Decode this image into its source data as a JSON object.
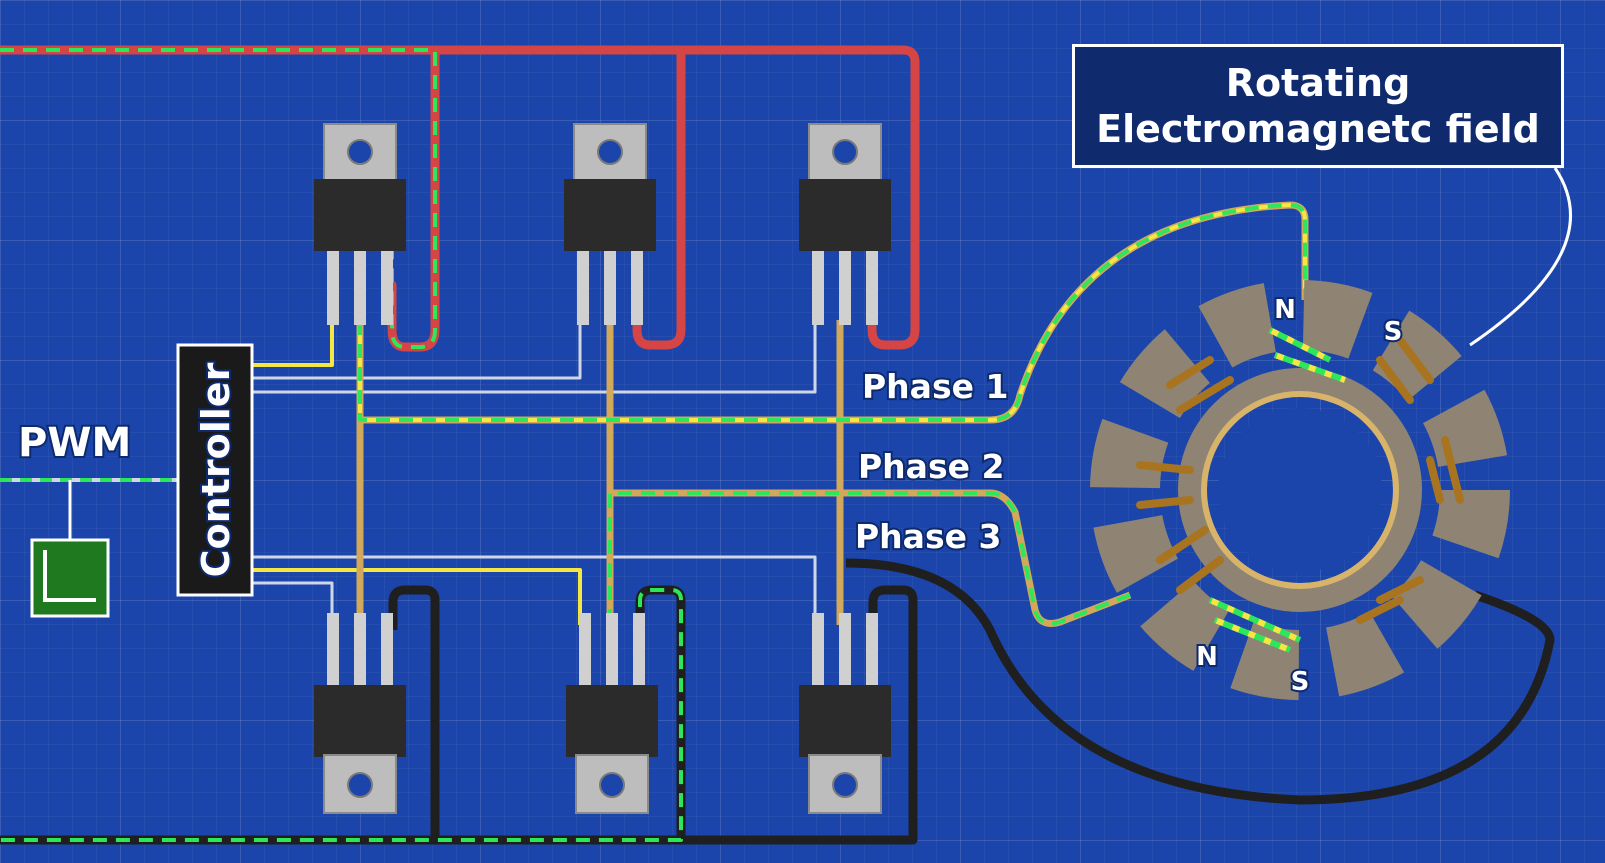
{
  "title": {
    "line1": "Rotating",
    "line2": "Electromagnetc field"
  },
  "controller_label": "Controller",
  "pwm_label": "PWM",
  "phase_labels": {
    "phase1": "Phase 1",
    "phase2": "Phase 2",
    "phase3": "Phase 3"
  },
  "magnet_labels": {
    "north_top": "N",
    "south_top": "S",
    "north_bottom": "N",
    "south_bottom": "S"
  },
  "colors": {
    "background": "#1b45aa",
    "positive_rail": "#d64545",
    "negative_rail": "#1f1f1f",
    "current_flow_dash": "#2ee65a",
    "control_signal": "#f5e642",
    "control_wire": "#cfd6e6",
    "phase_wire": "#d2a85a",
    "stator": "#8f8374",
    "coil": "#a8741f",
    "mosfet_body": "#2b2b2b",
    "mosfet_tab": "#bdbdbd"
  }
}
